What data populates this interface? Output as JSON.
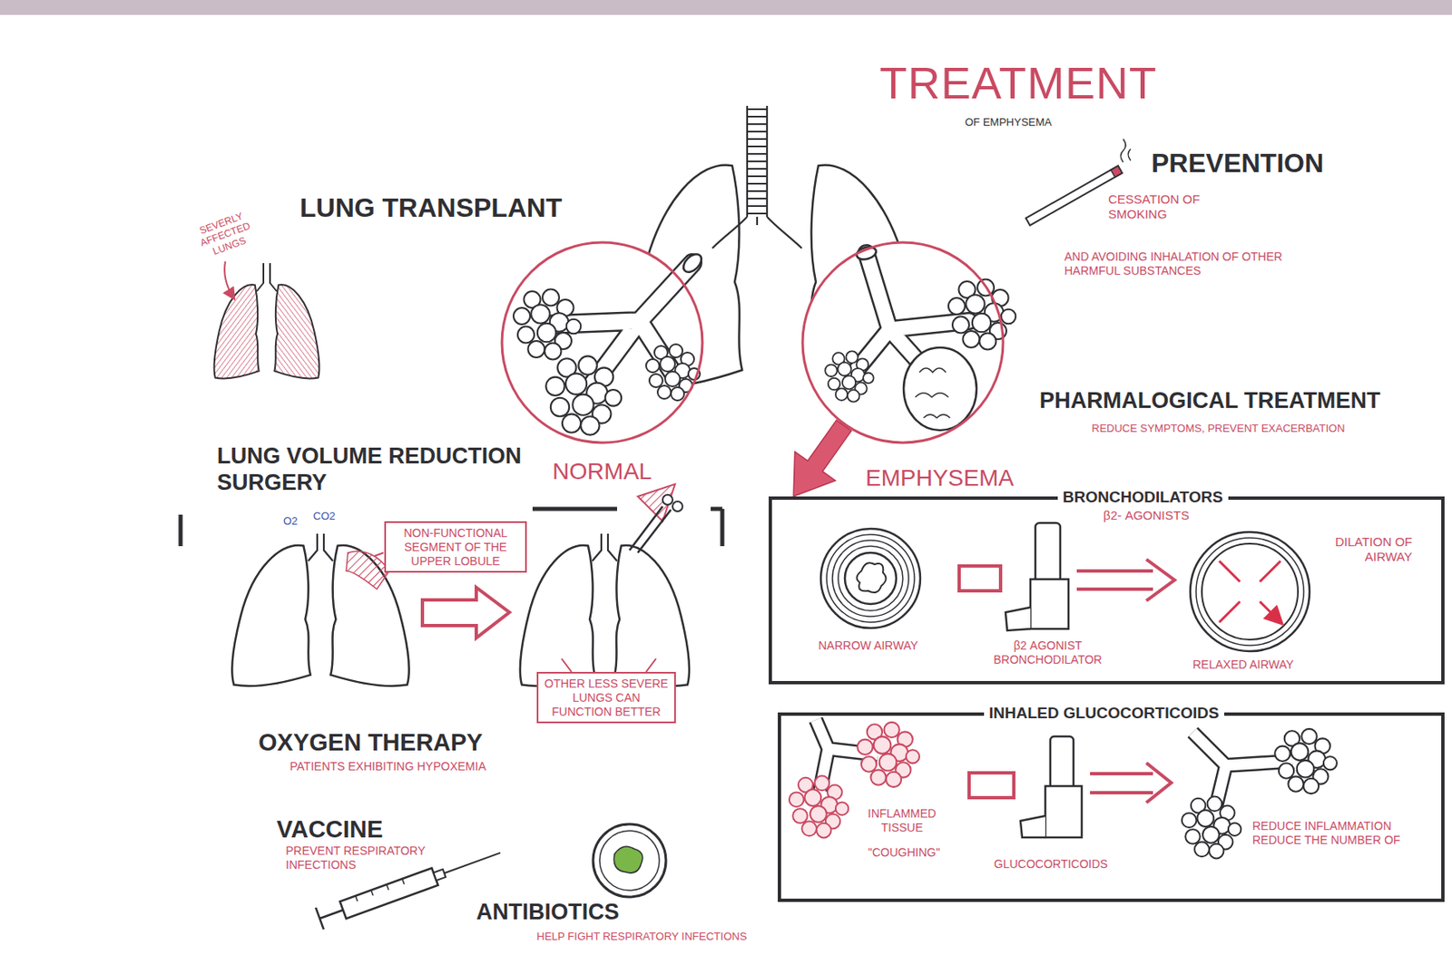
{
  "diagram": {
    "title": "TREATMENT",
    "nodes": [
      {
        "text": [
          "NORMAL"
        ]
      },
      {
        "text": [
          "EMPHYSEMA"
        ]
      },
      {
        "text": [
          "NON-FUNCTIONAL SEGMENT OF THE UPPER LOBULE"
        ]
      },
      {
        "text": [
          "OTHER LESS SEVERE LUNGS CAN FUNCTION BETTER"
        ]
      },
      {
        "text": [
          "BRONCHODILATORS",
          "β2- AGONISTS"
        ]
      },
      {
        "text": [
          "INHALED GLUCOCORTICOIDS"
        ]
      }
    ],
    "edges": [
      {
        "from": 1,
        "to": 4,
        "arrow": "to"
      }
    ],
    "labels": [
      "OF EMPHYSEMA",
      "PREVENTION",
      "CESSATION OF SMOKING",
      "AND AVOIDING INHALATION OF OTHER HARMFUL SUBSTANCES",
      "LUNG TRANSPLANT",
      "SEVERLY AFFECTED LUNGS",
      "PHARMALOGICAL TREATMENT",
      "REDUCE SYMPTOMS, PREVENT EXACERBATION",
      "NARROW AIRWAY",
      "β2 AGONIST BRONCHODILATOR",
      "RELAXED AIRWAY",
      "DILATION OF AIRWAY",
      "LUNG VOLUME REDUCTION SURGERY",
      "O2",
      "CO2",
      "INFLAMMED TISSUE",
      "\"COUGHING\"",
      "GLUCOCORTICOIDS",
      "REDUCE INFLAMMATION REDUCE THE NUMBER OF",
      "OXYGEN THERAPY",
      "PATIENTS EXHIBITING HYPOXEMIA",
      "VACCINE",
      "PREVENT RESPIRATORY INFECTIONS",
      "ANTIBIOTICS",
      "HELP FIGHT RESPIRATORY INFECTIONS"
    ]
  }
}
